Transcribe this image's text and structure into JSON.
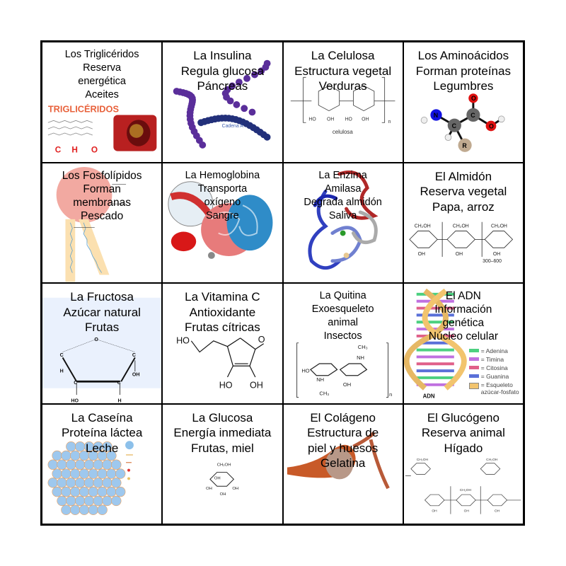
{
  "cells": [
    {
      "title": "Los Triglicéridos",
      "lines": [
        "Reserva",
        "energética",
        "Aceites"
      ],
      "image_label": "TRIGLICÉRIDOS",
      "atoms": [
        "C",
        "H",
        "O"
      ]
    },
    {
      "title": "La Insulina",
      "lines": [
        "Regula glucosa",
        "Páncreas"
      ],
      "image_label": "Cadena A"
    },
    {
      "title": "La Celulosa",
      "lines": [
        "Estructura vegetal",
        "Verduras"
      ],
      "image_label": "celulosa"
    },
    {
      "title": "Los Aminoácidos",
      "lines": [
        "Forman proteínas",
        "Legumbres"
      ]
    },
    {
      "title": "Los Fosfolípidos",
      "lines": [
        "Forman",
        "membranas",
        "Pescado"
      ]
    },
    {
      "title": "La Hemoglobina",
      "lines": [
        "Transporta",
        "oxígeno",
        "Sangre"
      ]
    },
    {
      "title": "La Enzima",
      "lines": [
        "Amilasa",
        "Degrada almidón",
        "Saliva"
      ]
    },
    {
      "title": "El Almidón",
      "lines": [
        "Reserva vegetal",
        "Papa, arroz"
      ]
    },
    {
      "title": "La Fructosa",
      "lines": [
        "Azúcar natural",
        "Frutas"
      ]
    },
    {
      "title": "La Vitamina C",
      "lines": [
        "Antioxidante",
        "Frutas cítricas"
      ]
    },
    {
      "title": "La Quitina",
      "lines": [
        "Exoesqueleto",
        "animal",
        "Insectos"
      ]
    },
    {
      "title": "El ADN",
      "lines": [
        "Información",
        "genética",
        "Núcleo celular"
      ],
      "image_label": "ADN",
      "legend": [
        "= Adenina",
        "= Timina",
        "= Citosina",
        "= Guanina",
        "= Esqueleto azúcar-fosfato"
      ]
    },
    {
      "title": "La Caseína",
      "lines": [
        "Proteína láctea",
        "Leche"
      ]
    },
    {
      "title": "La Glucosa",
      "lines": [
        "Energía inmediata",
        "Frutas, miel"
      ]
    },
    {
      "title": "El Colágeno",
      "lines": [
        "Estructura de",
        "piel y huesos",
        "Gelatina"
      ]
    },
    {
      "title": "El Glucógeno",
      "lines": [
        "Reserva animal",
        "Hígado"
      ]
    }
  ],
  "colors": {
    "border": "#000000",
    "text": "#000000",
    "accent_red": "#e8412c",
    "dna_gold": "#f2c46e",
    "protein_blue": "#2f4fa8"
  }
}
